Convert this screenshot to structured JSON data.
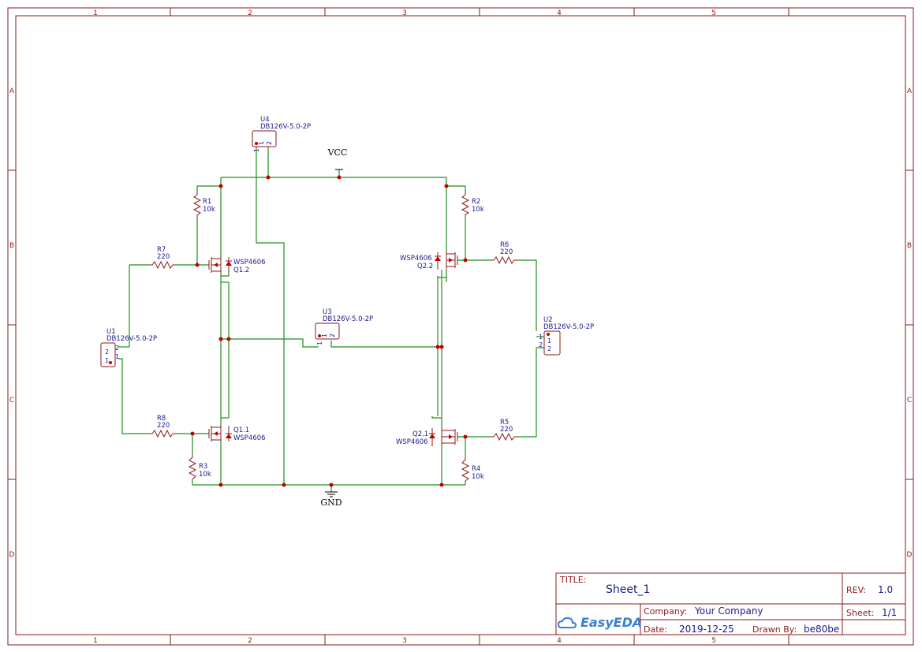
{
  "frame": {
    "columns": [
      "1",
      "2",
      "3",
      "4",
      "5"
    ],
    "rows": [
      "A",
      "B",
      "C",
      "D"
    ]
  },
  "nets": {
    "vcc": "VCC",
    "gnd": "GND"
  },
  "components": {
    "r1": {
      "ref": "R1",
      "value": "10k"
    },
    "r2": {
      "ref": "R2",
      "value": "10k"
    },
    "r3": {
      "ref": "R3",
      "value": "10k"
    },
    "r4": {
      "ref": "R4",
      "value": "10k"
    },
    "r5": {
      "ref": "R5",
      "value": "220"
    },
    "r6": {
      "ref": "R6",
      "value": "220"
    },
    "r7": {
      "ref": "R7",
      "value": "220"
    },
    "r8": {
      "ref": "R8",
      "value": "220"
    },
    "q11": {
      "ref": "Q1.1",
      "value": "WSP4606"
    },
    "q12": {
      "ref": "Q1.2",
      "value": "WSP4606"
    },
    "q21": {
      "ref": "Q2.1",
      "value": "WSP4606"
    },
    "q22": {
      "ref": "Q2.2",
      "value": "WSP4606"
    },
    "u1": {
      "ref": "U1",
      "value": "DB126V-5.0-2P",
      "pin1": "1",
      "pin2": "2"
    },
    "u2": {
      "ref": "U2",
      "value": "DB126V-5.0-2P",
      "pin1": "1",
      "pin2": "2"
    },
    "u3": {
      "ref": "U3",
      "value": "DB126V-5.0-2P",
      "pin1": "1",
      "pin2": "2"
    },
    "u4": {
      "ref": "U4",
      "value": "DB126V-5.0-2P",
      "pin1": "1",
      "pin2": "2"
    }
  },
  "title_block": {
    "title_label": "TITLE:",
    "title": "Sheet_1",
    "rev_label": "REV:",
    "rev": "1.0",
    "company_label": "Company:",
    "company": "Your Company",
    "sheet_label": "Sheet:",
    "sheet": "1/1",
    "date_label": "Date:",
    "date": "2019-12-25",
    "drawn_label": "Drawn By:",
    "drawn": "be80be",
    "logo": "EasyEDA"
  },
  "colors": {
    "frame": "#8b1a1a",
    "wire": "#1f8f1f",
    "junction": "#c00000",
    "label": "#1a1a8c",
    "logo": "#3c7fd1"
  }
}
